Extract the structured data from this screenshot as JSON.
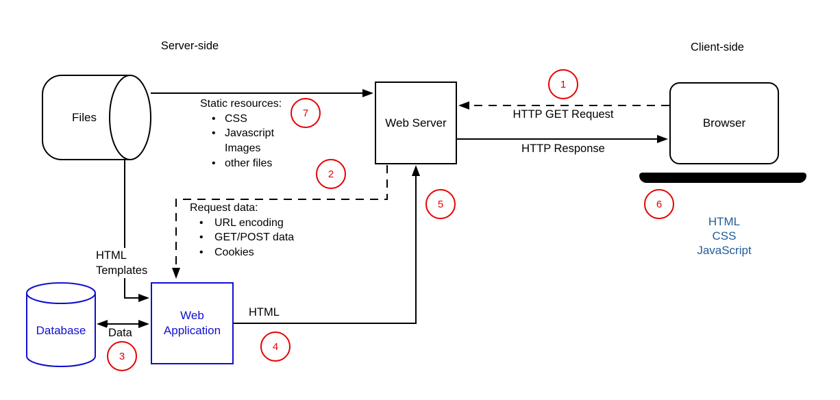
{
  "diagram": {
    "regions": {
      "server_side": "Server-side",
      "client_side": "Client-side"
    },
    "nodes": {
      "files": "Files",
      "web_server": "Web Server",
      "browser": "Browser",
      "database": "Database",
      "web_application": "Web\nApplication"
    },
    "edge_labels": {
      "http_get_request": "HTTP GET Request",
      "http_response": "HTTP Response",
      "html_templates": "HTML\nTemplates",
      "data": "Data",
      "html": "HTML"
    },
    "static_resources": {
      "title": "Static resources:",
      "items": [
        "CSS",
        "Javascript",
        "Images",
        "other files"
      ]
    },
    "request_data": {
      "title": "Request data:",
      "items": [
        "URL encoding",
        "GET/POST data",
        "Cookies"
      ]
    },
    "client_stack": [
      "HTML",
      "CSS",
      "JavaScript"
    ],
    "steps": [
      "1",
      "2",
      "3",
      "4",
      "5",
      "6",
      "7"
    ],
    "colors": {
      "line_black": "#000000",
      "blue_node": "#0f0fd0",
      "client_stack_text": "#215c98",
      "step_red": "#e60000"
    }
  }
}
